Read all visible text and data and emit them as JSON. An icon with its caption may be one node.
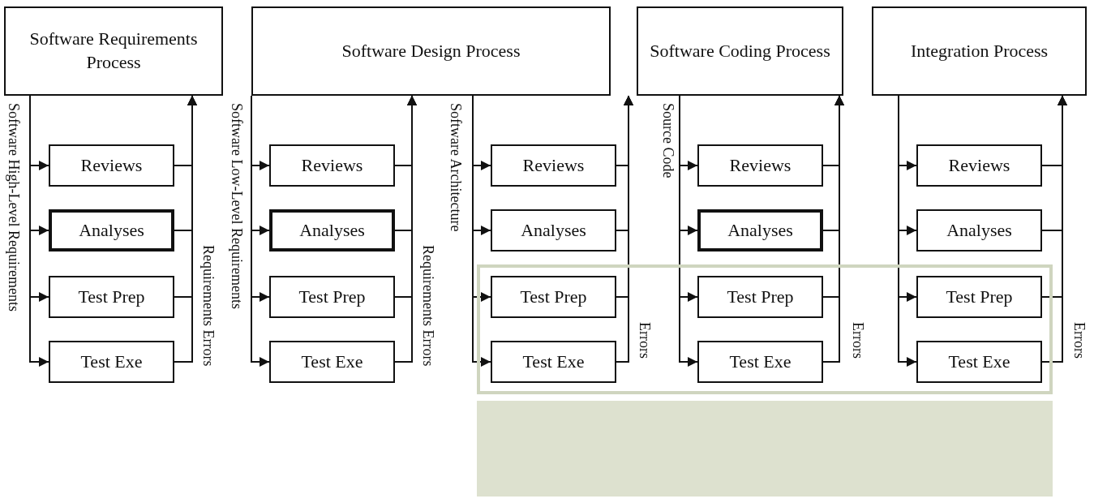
{
  "diagram": {
    "nodes": [
      {
        "text": [
          "Software Requirements Process"
        ]
      },
      {
        "text": [
          "Reviews"
        ]
      },
      {
        "text": [
          "Analyses"
        ]
      },
      {
        "text": [
          "Test Prep"
        ]
      },
      {
        "text": [
          "Test Exe"
        ]
      },
      {
        "text": [
          "Software Design Process"
        ]
      },
      {
        "text": [
          "Reviews"
        ]
      },
      {
        "text": [
          "Analyses"
        ]
      },
      {
        "text": [
          "Test Prep"
        ]
      },
      {
        "text": [
          "Test Exe"
        ]
      },
      {
        "text": [
          "Reviews"
        ]
      },
      {
        "text": [
          "Analyses"
        ]
      },
      {
        "text": [
          "Test Prep"
        ],
        "in": 24
      },
      {
        "text": [
          "Test Exe"
        ],
        "in": 24
      },
      {
        "text": [
          "Software Coding Process"
        ]
      },
      {
        "text": [
          "Reviews"
        ]
      },
      {
        "text": [
          "Analyses"
        ]
      },
      {
        "text": [
          "Test Prep"
        ],
        "in": 24
      },
      {
        "text": [
          "Test Exe"
        ],
        "in": 24
      },
      {
        "text": [
          "Integration Process"
        ]
      },
      {
        "text": [
          "Reviews"
        ]
      },
      {
        "text": [
          "Analyses"
        ]
      },
      {
        "text": [
          "Test Prep"
        ],
        "in": 24
      },
      {
        "text": [
          "Test Exe"
        ],
        "in": 24
      },
      {
        "text": [],
        "shape": "box"
      },
      {
        "text": [],
        "shape": "box"
      }
    ],
    "edges": [
      {
        "from": 0,
        "to": 1,
        "arrow": "to"
      },
      {
        "from": 0,
        "to": 2,
        "arrow": "to"
      },
      {
        "from": 0,
        "to": 3,
        "arrow": "to"
      },
      {
        "from": 0,
        "to": 4,
        "arrow": "to",
        "label": "Software High-Level Requirements"
      },
      {
        "from": 1,
        "to": 0,
        "arrow": "to"
      },
      {
        "from": 2,
        "to": 0,
        "arrow": "to"
      },
      {
        "from": 3,
        "to": 0,
        "arrow": "to"
      },
      {
        "from": 4,
        "to": 0,
        "arrow": "to",
        "label": "Requirements Errors"
      },
      {
        "from": 5,
        "to": 6,
        "arrow": "to"
      },
      {
        "from": 5,
        "to": 7,
        "arrow": "to"
      },
      {
        "from": 5,
        "to": 8,
        "arrow": "to"
      },
      {
        "from": 5,
        "to": 9,
        "arrow": "to",
        "label": "Software Low-Level Requirements"
      },
      {
        "from": 6,
        "to": 5,
        "arrow": "to"
      },
      {
        "from": 7,
        "to": 5,
        "arrow": "to"
      },
      {
        "from": 8,
        "to": 5,
        "arrow": "to"
      },
      {
        "from": 9,
        "to": 5,
        "arrow": "to",
        "label": "Requirements Errors"
      },
      {
        "from": 5,
        "to": 10,
        "arrow": "to"
      },
      {
        "from": 5,
        "to": 11,
        "arrow": "to"
      },
      {
        "from": 5,
        "to": 12,
        "arrow": "to"
      },
      {
        "from": 5,
        "to": 13,
        "arrow": "to",
        "label": "Software Architecture"
      },
      {
        "from": 10,
        "to": 5,
        "arrow": "to"
      },
      {
        "from": 11,
        "to": 5,
        "arrow": "to"
      },
      {
        "from": 12,
        "to": 5,
        "arrow": "to"
      },
      {
        "from": 13,
        "to": 5,
        "arrow": "to",
        "label": "Errors"
      },
      {
        "from": 14,
        "to": 15,
        "arrow": "to"
      },
      {
        "from": 14,
        "to": 16,
        "arrow": "to"
      },
      {
        "from": 14,
        "to": 17,
        "arrow": "to"
      },
      {
        "from": 14,
        "to": 18,
        "arrow": "to",
        "label": "Source Code"
      },
      {
        "from": 15,
        "to": 14,
        "arrow": "to"
      },
      {
        "from": 16,
        "to": 14,
        "arrow": "to"
      },
      {
        "from": 17,
        "to": 14,
        "arrow": "to"
      },
      {
        "from": 18,
        "to": 14,
        "arrow": "to",
        "label": "Errors"
      },
      {
        "from": 19,
        "to": 20,
        "arrow": "to"
      },
      {
        "from": 19,
        "to": 21,
        "arrow": "to"
      },
      {
        "from": 19,
        "to": 22,
        "arrow": "to"
      },
      {
        "from": 19,
        "to": 23,
        "arrow": "to"
      },
      {
        "from": 20,
        "to": 19,
        "arrow": "to"
      },
      {
        "from": 21,
        "to": 19,
        "arrow": "to"
      },
      {
        "from": 22,
        "to": 19,
        "arrow": "to"
      },
      {
        "from": 23,
        "to": 19,
        "arrow": "to",
        "label": "Errors"
      }
    ]
  }
}
